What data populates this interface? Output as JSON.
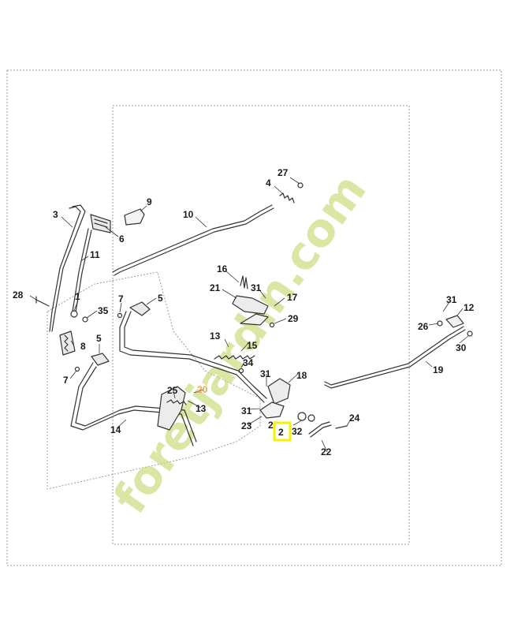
{
  "watermark": {
    "brand_text": "foretjardin.com",
    "color_primary": "#c9dc7a",
    "color_secondary": "#cfc8bd",
    "color_accent": "#f5c98c"
  },
  "highlight": {
    "label": "2",
    "color": "#f7f300"
  },
  "parts": [
    {
      "id": "27",
      "label": "27"
    },
    {
      "id": "4",
      "label": "4"
    },
    {
      "id": "9",
      "label": "9"
    },
    {
      "id": "3",
      "label": "3"
    },
    {
      "id": "10",
      "label": "10"
    },
    {
      "id": "6",
      "label": "6"
    },
    {
      "id": "11",
      "label": "11"
    },
    {
      "id": "16",
      "label": "16"
    },
    {
      "id": "21",
      "label": "21"
    },
    {
      "id": "31a",
      "label": "31"
    },
    {
      "id": "17",
      "label": "17"
    },
    {
      "id": "28",
      "label": "28"
    },
    {
      "id": "1",
      "label": "1"
    },
    {
      "id": "7a",
      "label": "7"
    },
    {
      "id": "5a",
      "label": "5"
    },
    {
      "id": "35",
      "label": "35"
    },
    {
      "id": "29",
      "label": "29"
    },
    {
      "id": "31b",
      "label": "31"
    },
    {
      "id": "12",
      "label": "12"
    },
    {
      "id": "26",
      "label": "26"
    },
    {
      "id": "13a",
      "label": "13"
    },
    {
      "id": "15",
      "label": "15"
    },
    {
      "id": "8",
      "label": "8"
    },
    {
      "id": "5b",
      "label": "5"
    },
    {
      "id": "30",
      "label": "30"
    },
    {
      "id": "34",
      "label": "34"
    },
    {
      "id": "7b",
      "label": "7"
    },
    {
      "id": "19",
      "label": "19"
    },
    {
      "id": "31c",
      "label": "31"
    },
    {
      "id": "18",
      "label": "18"
    },
    {
      "id": "25",
      "label": "25"
    },
    {
      "id": "20",
      "label": "20"
    },
    {
      "id": "13b",
      "label": "13"
    },
    {
      "id": "31d",
      "label": "31"
    },
    {
      "id": "24a",
      "label": "24"
    },
    {
      "id": "23",
      "label": "23"
    },
    {
      "id": "24b",
      "label": "2"
    },
    {
      "id": "32",
      "label": "32"
    },
    {
      "id": "22",
      "label": "22"
    },
    {
      "id": "14",
      "label": "14"
    }
  ]
}
